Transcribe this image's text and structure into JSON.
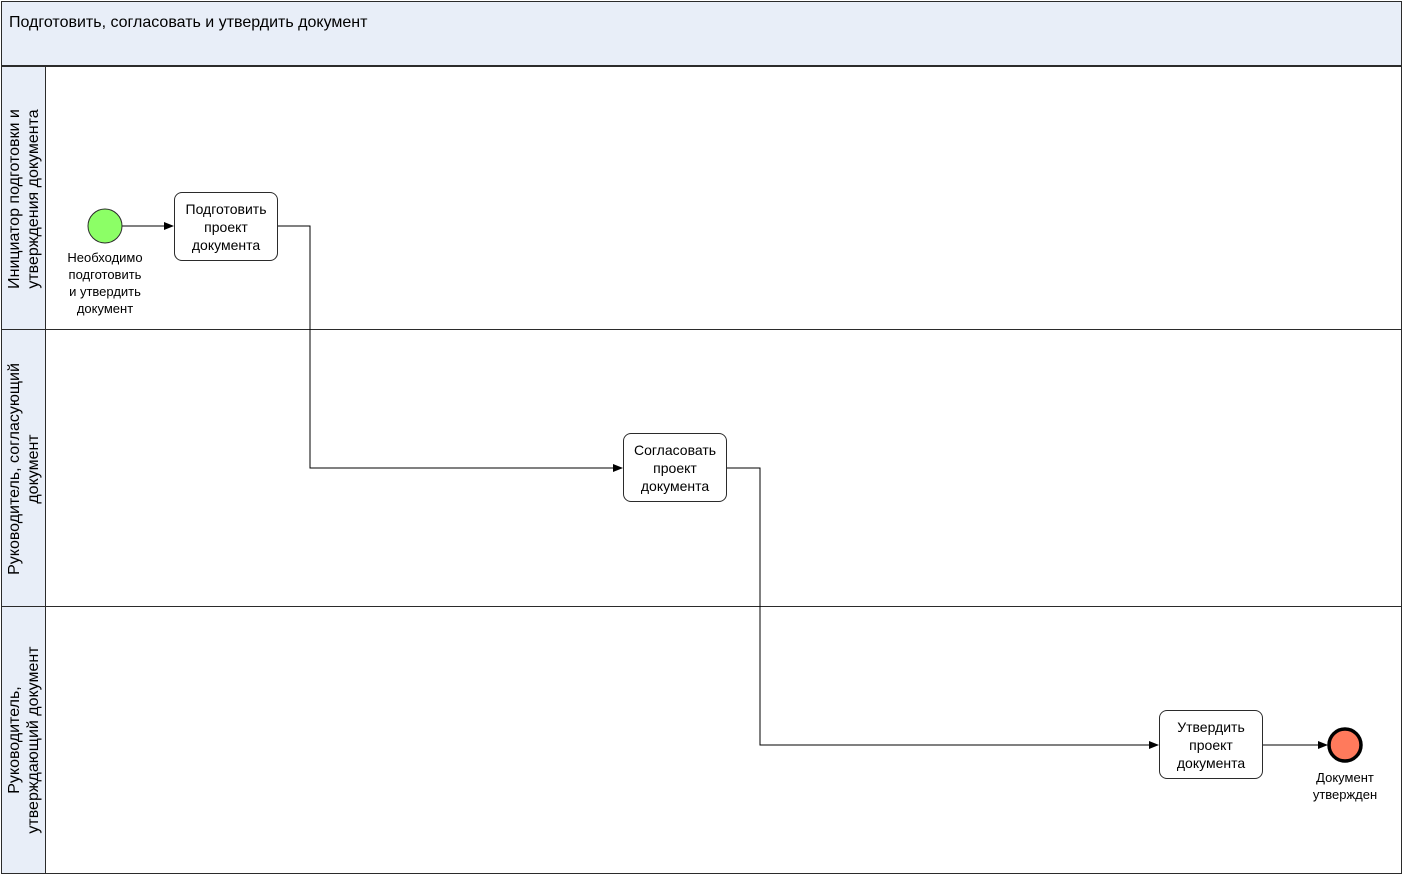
{
  "pool": {
    "title": "Подготовить, согласовать и утвердить документ"
  },
  "lanes": [
    {
      "label_line1": "Инициатор подготовки и",
      "label_line2": "утверждения документа"
    },
    {
      "label_line1": "Руководитель, согласующий",
      "label_line2": "документ"
    },
    {
      "label_line1": "Руководитель,",
      "label_line2": "утверждающий документ"
    }
  ],
  "start_event": {
    "label": [
      "Необходимо",
      "подготовить",
      "и утвердить",
      "документ"
    ],
    "fill": "#8cff66"
  },
  "tasks": [
    {
      "lines": [
        "Подготовить",
        "проект",
        "документа"
      ]
    },
    {
      "lines": [
        "Согласовать",
        "проект",
        "документа"
      ]
    },
    {
      "lines": [
        "Утвердить",
        "проект",
        "документа"
      ]
    }
  ],
  "end_event": {
    "label": [
      "Документ",
      "утвержден"
    ],
    "fill": "#ff7a5c"
  },
  "colors": {
    "header_bg": "#e8eef8",
    "stroke": "#2b2b2b"
  }
}
